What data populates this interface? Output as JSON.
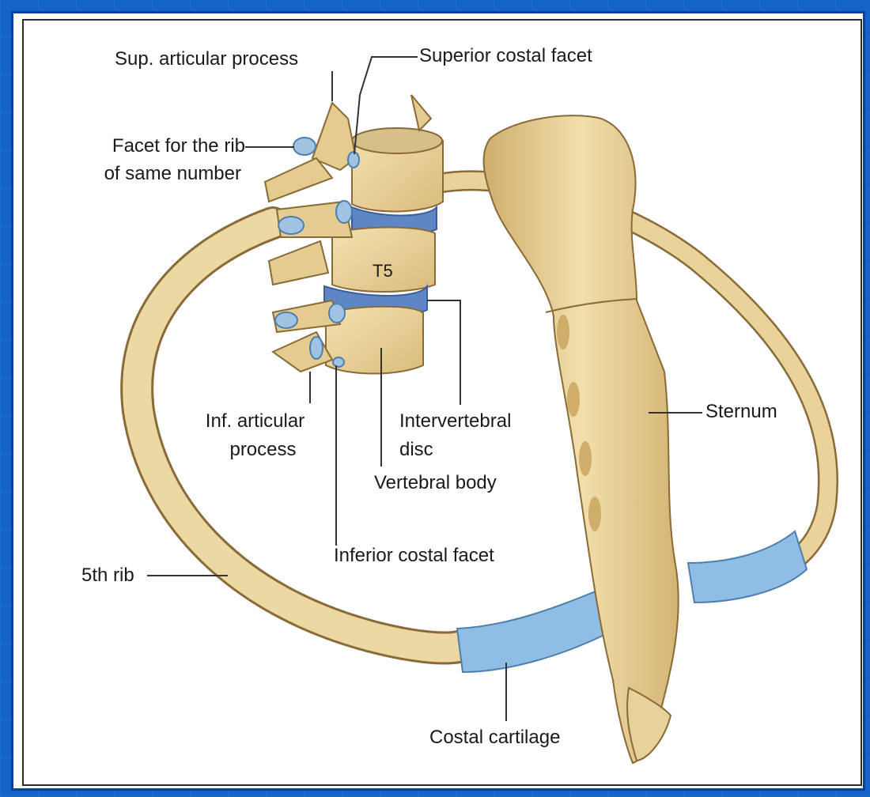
{
  "labels": {
    "sup_articular_process": "Sup. articular process",
    "superior_costal_facet": "Superior costal facet",
    "facet_rib_line1": "Facet for the rib",
    "facet_rib_line2": "of same number",
    "t5": "T5",
    "inf_articular_line1": "Inf. articular",
    "inf_articular_line2": "process",
    "intervertebral_line1": "Intervertebral",
    "intervertebral_line2": "disc",
    "vertebral_body": "Vertebral body",
    "sternum": "Sternum",
    "inferior_costal_facet": "Inferior costal facet",
    "fifth_rib": "5th rib",
    "costal_cartilage": "Costal cartilage"
  },
  "colors": {
    "bone": "#e9d39b",
    "bone_shadow": "#c9a868",
    "bone_outline": "#8a6a36",
    "cartilage": "#8fbde3",
    "cartilage_outline": "#4d7fae",
    "disc": "#5f86c4",
    "background": "#1463c7"
  }
}
